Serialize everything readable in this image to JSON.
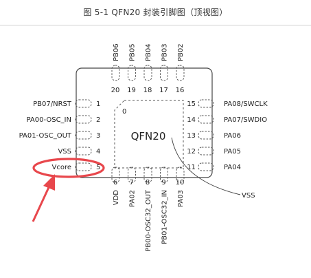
{
  "caption": "图 5-1 QFN20 封装引脚图（顶视图）",
  "chip": {
    "name": "QFN20",
    "pin1_mark": "0",
    "exposed_pad_label": "VSS"
  },
  "left_pins": [
    {
      "num": "1",
      "name": "PB07/NRST"
    },
    {
      "num": "2",
      "name": "PA00-OSC_IN"
    },
    {
      "num": "3",
      "name": "PA01-OSC_OUT"
    },
    {
      "num": "4",
      "name": "VSS"
    },
    {
      "num": "5",
      "name": "Vcore"
    }
  ],
  "bottom_pins": [
    {
      "num": "6",
      "name": "VDD"
    },
    {
      "num": "7",
      "name": "PA02"
    },
    {
      "num": "8",
      "name": "PB00-OSC32_OUT"
    },
    {
      "num": "9",
      "name": "PB01-OSC32_IN"
    },
    {
      "num": "10",
      "name": "PA03"
    }
  ],
  "right_pins": [
    {
      "num": "11",
      "name": "PA04"
    },
    {
      "num": "12",
      "name": "PA05"
    },
    {
      "num": "13",
      "name": "PA06"
    },
    {
      "num": "14",
      "name": "PA07/SWDIO"
    },
    {
      "num": "15",
      "name": "PA08/SWCLK"
    }
  ],
  "top_pins": [
    {
      "num": "16",
      "name": "PB02"
    },
    {
      "num": "17",
      "name": "PB03"
    },
    {
      "num": "18",
      "name": "PB04"
    },
    {
      "num": "19",
      "name": "PB05"
    },
    {
      "num": "20",
      "name": "PB06"
    }
  ],
  "colors": {
    "highlight": "#e8474c",
    "outline": "#444444",
    "pad_dash": "#555555"
  }
}
